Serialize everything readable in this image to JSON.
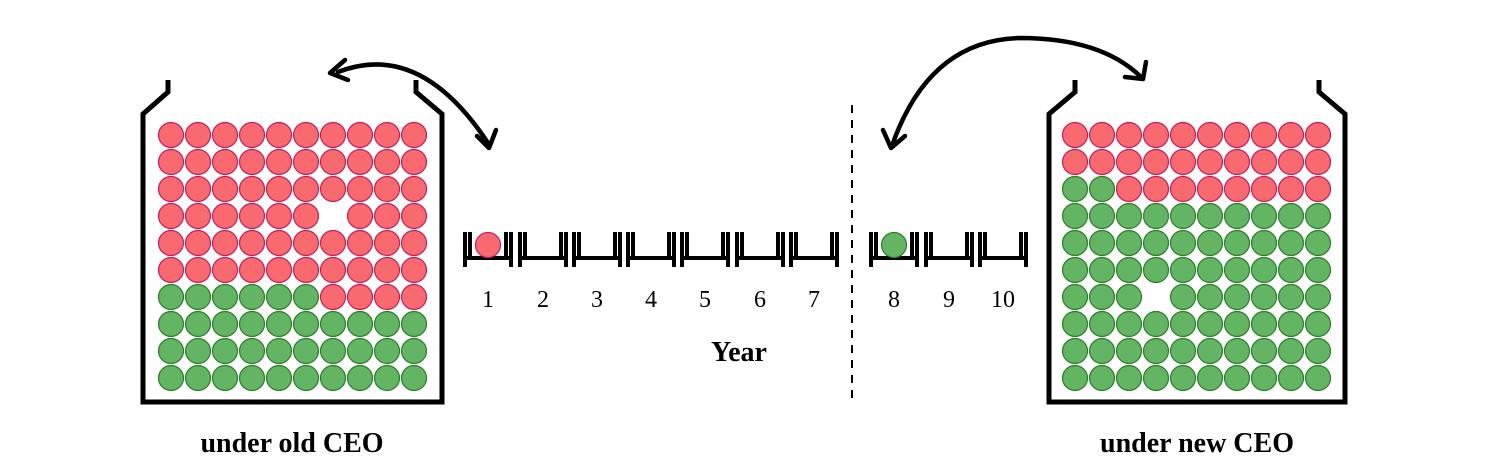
{
  "labels": {
    "left_jar": "under old CEO",
    "right_jar": "under new CEO",
    "axis": "Year"
  },
  "years": [
    "1",
    "2",
    "3",
    "4",
    "5",
    "6",
    "7",
    "8",
    "9",
    "10"
  ],
  "colors": {
    "red": "#f86a6f",
    "green": "#63b463"
  },
  "slot_balls": [
    {
      "year": "1",
      "color": "red"
    },
    {
      "year": "8",
      "color": "green"
    }
  ],
  "left_jar_grid": [
    "RRRRRRRRRR",
    "RRRRRRRRRR",
    "RRRRRRRRRR",
    "RRRRRR.RRR",
    "RRRRRRRRRR",
    "RRRRRRRRRR",
    "GGGGGGRRRR",
    "GGGGGGGGGG",
    "GGGGGGGGGG",
    "GGGGGGGGGG"
  ],
  "right_jar_grid": [
    "RRRRRRRRRR",
    "RRRRRRRRRR",
    "GGRRRRRRRR",
    "GGGGGGGGGG",
    "GGGGGGGGGG",
    "GGGGGGGGGG",
    "GGG.GGGGGG",
    "GGGGGGGGGG",
    "GGGGGGGGGG",
    "GGGGGGGGGG"
  ]
}
